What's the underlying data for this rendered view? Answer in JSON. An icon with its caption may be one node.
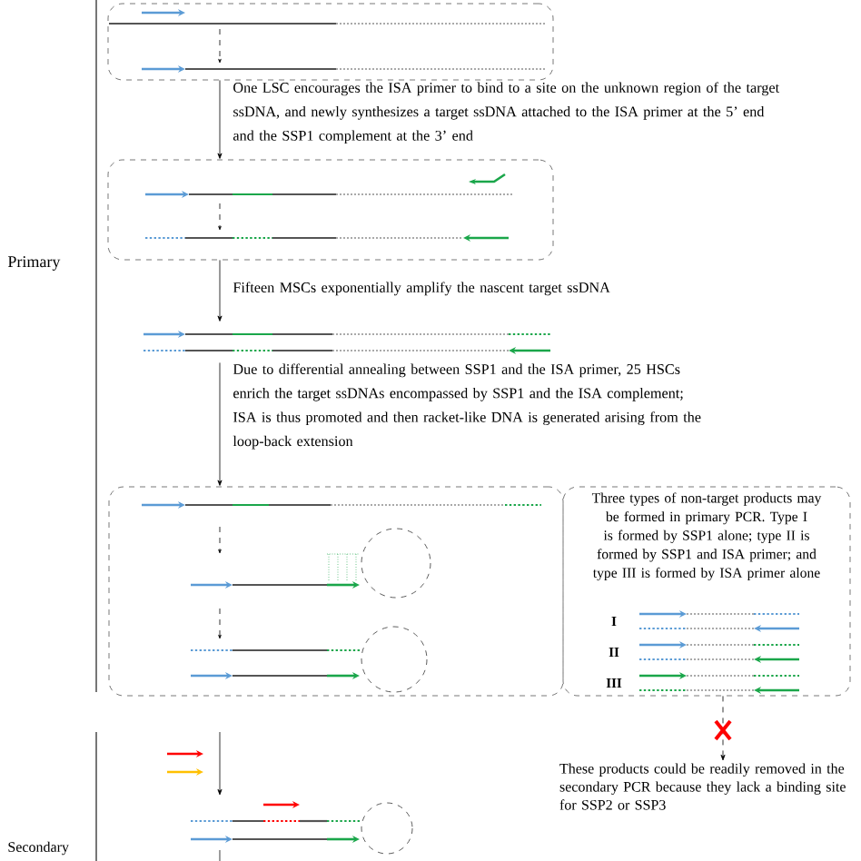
{
  "diagram": {
    "nodes": [
      {
        "text": [],
        "shape": "box"
      },
      {
        "text": [],
        "shape": "box"
      },
      {
        "text": [],
        "shape": "picture"
      },
      {
        "text": [],
        "shape": "box"
      },
      {
        "text": [
          "Three types of non-target products may be formed in primary PCR. Type I is formed by SSP1 alone; type II is formed by SSP1 and ISA primer; and type III is formed by ISA primer alone",
          "I",
          "II",
          "III"
        ]
      },
      {
        "text": [
          "These products could be readily removed in the secondary PCR because they lack a binding site for SSP2 or SSP3"
        ]
      }
    ],
    "edges": [
      {
        "from": 0,
        "to": 1,
        "arrow": "to",
        "label": "One LSC encourages the ISA primer to bind to a site on the unknown region of the target ssDNA, and newly synthesizes a target ssDNA attached to the ISA primer at the 5’ end and the SSP1 complement at the 3’ end"
      },
      {
        "from": 1,
        "to": 2,
        "arrow": "to",
        "label": "Fifteen MSCs exponentially amplify the nascent target ssDNA"
      },
      {
        "from": 2,
        "to": 3,
        "arrow": "to",
        "label": "Due to differential annealing between SSP1 and the ISA primer, 25 HSCs enrich the target ssDNAs encompassed by SSP1 and the ISA complement; ISA is thus promoted and then racket-like DNA is generated arising from the loop-back extension"
      },
      {
        "from": 4,
        "to": 5,
        "arrow": "to",
        "style": "dashed"
      }
    ],
    "labels": [
      "Primary",
      "Secondary"
    ]
  }
}
